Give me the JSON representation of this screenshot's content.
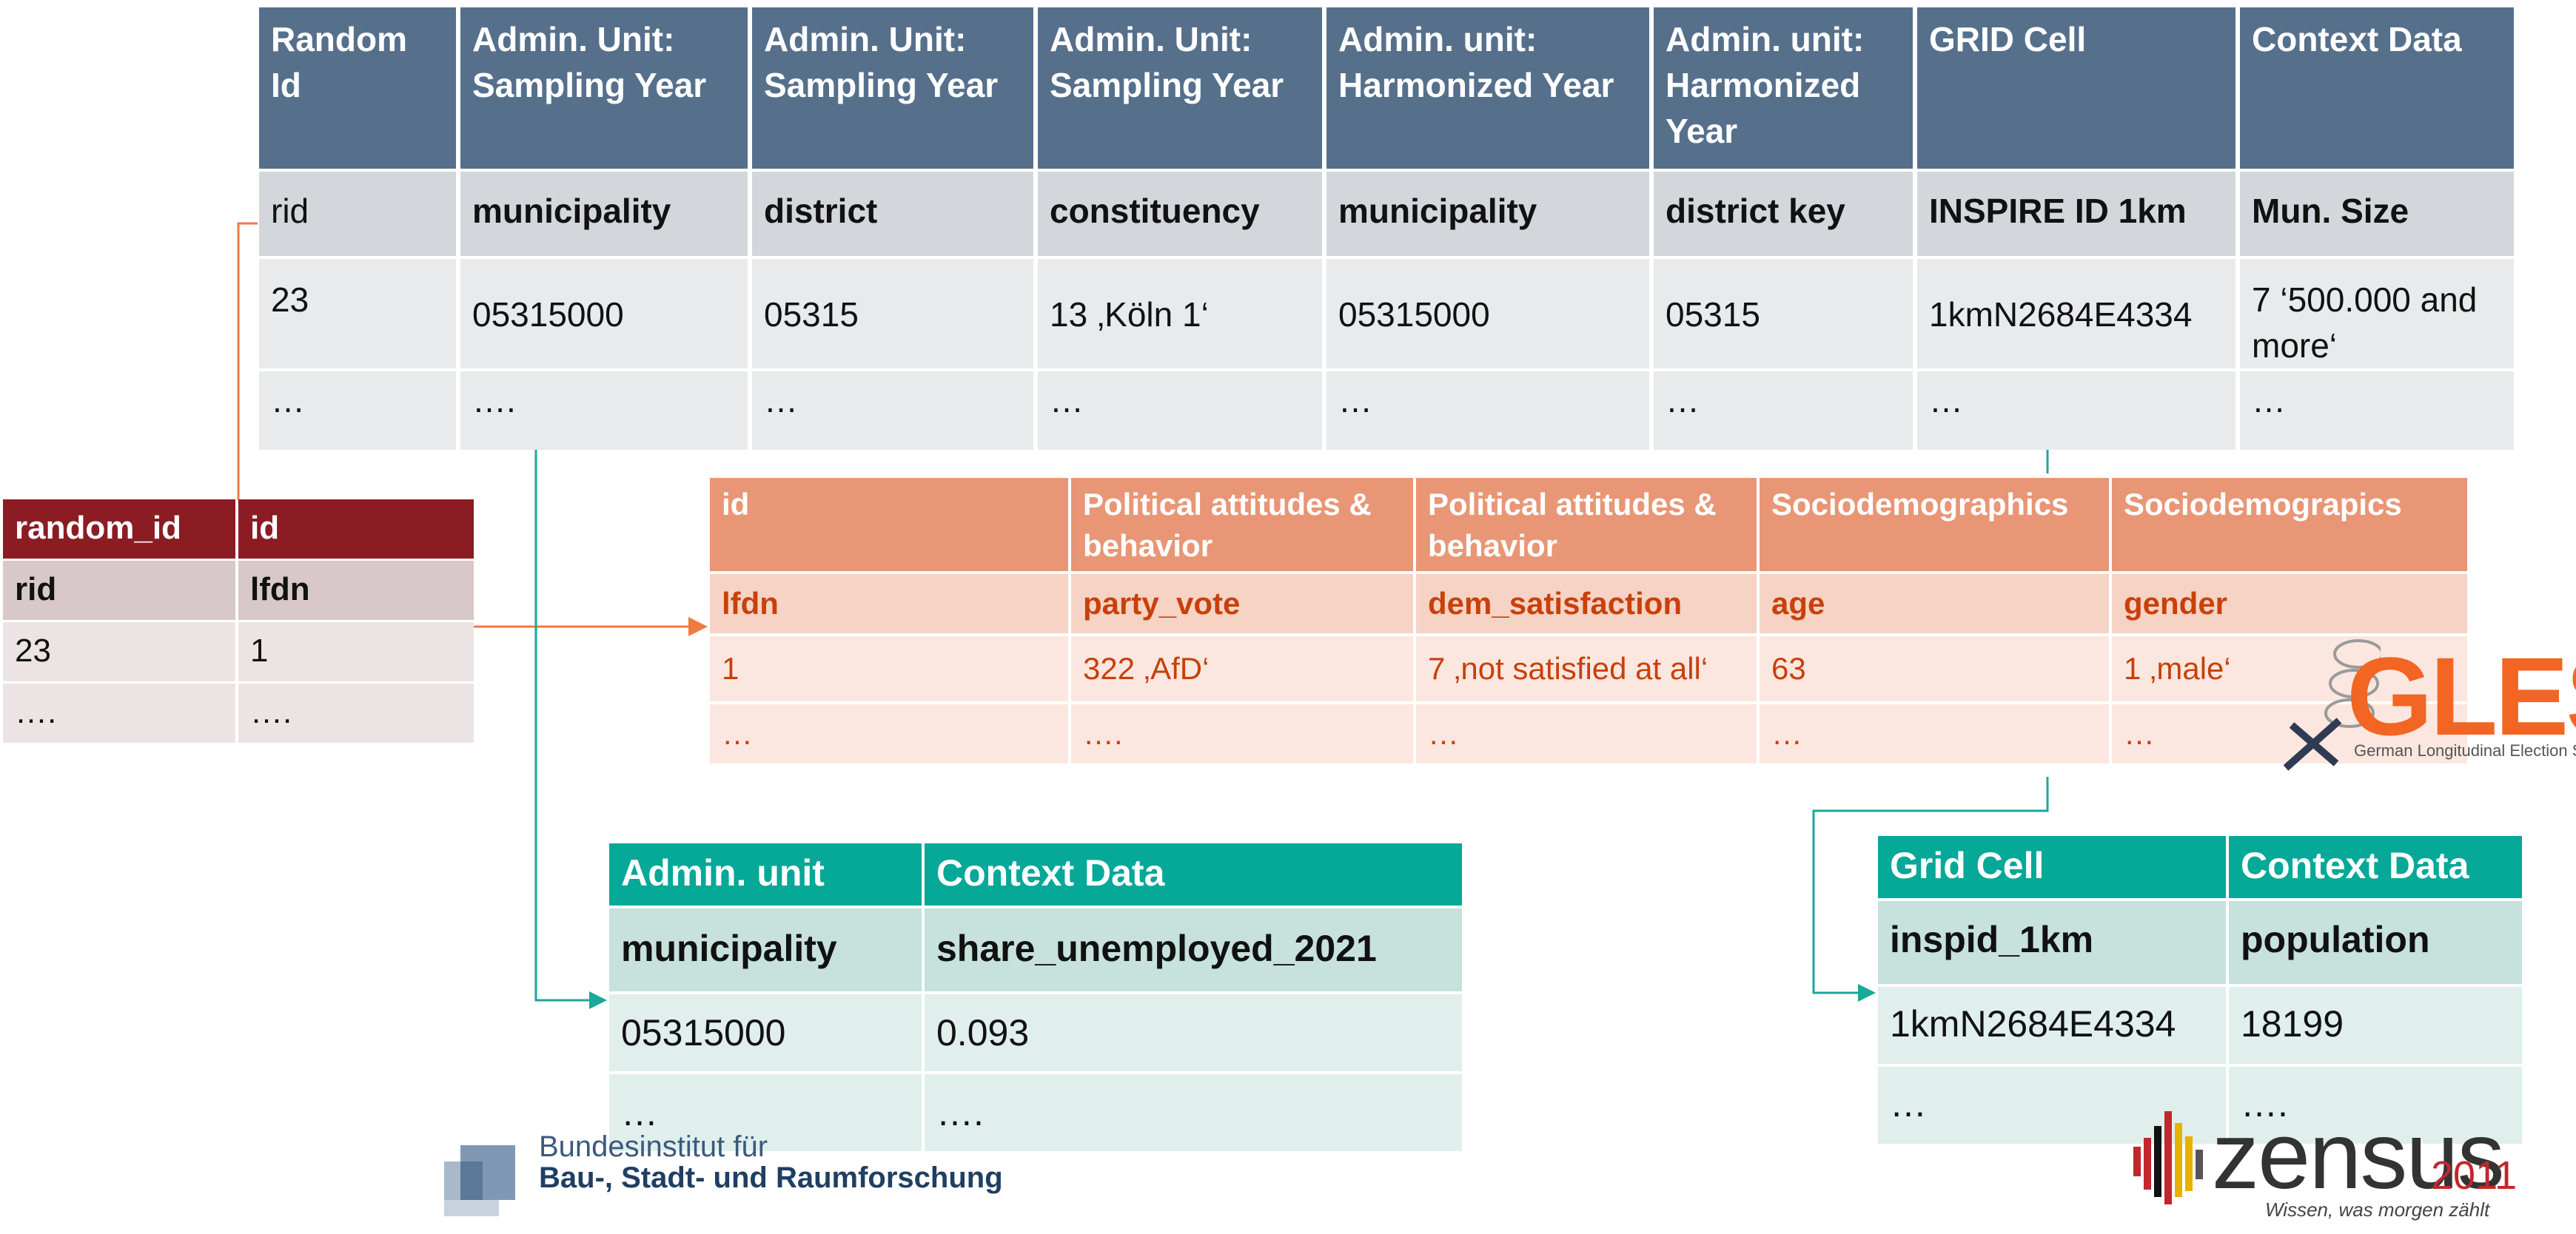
{
  "top_table": {
    "headers": [
      "Random Id",
      "Admin. Unit: Sampling Year",
      "Admin. Unit: Sampling Year",
      "Admin. Unit: Sampling Year",
      "Admin. unit: Harmonized Year",
      "Admin. unit: Harmonized Year",
      "GRID Cell",
      "Context Data"
    ],
    "variables": [
      "rid",
      "municipality",
      "district",
      "constituency",
      "municipality",
      "district key",
      "INSPIRE ID 1km",
      "Mun. Size"
    ],
    "row": [
      "23",
      "05315000",
      "05315",
      "13 ‚Köln 1‘",
      "05315000",
      "05315",
      "1kmN2684E4334",
      "7 ‘500.000 and more‘"
    ],
    "ellipsis": [
      "…",
      "….",
      "…",
      "…",
      "…",
      "…",
      "…",
      "…"
    ]
  },
  "link_table": {
    "headers": [
      "random_id",
      "id"
    ],
    "variables": [
      "rid",
      "lfdn"
    ],
    "row": [
      "23",
      "1"
    ],
    "ellipsis": [
      "….",
      "…."
    ]
  },
  "survey_table": {
    "headers": [
      "id",
      "Political attitudes & behavior",
      "Political attitudes & behavior",
      "Sociodemographics",
      "Sociodemograpics"
    ],
    "variables": [
      "lfdn",
      "party_vote",
      "dem_satisfaction",
      "age",
      "gender"
    ],
    "row": [
      "1",
      "322 ‚AfD‘",
      "7 ‚not satisfied at all‘",
      "63",
      "1 ‚male‘"
    ],
    "ellipsis": [
      "…",
      "….",
      "…",
      "…",
      "…"
    ]
  },
  "admin_table": {
    "headers": [
      "Admin. unit",
      "Context Data"
    ],
    "variables": [
      "municipality",
      "share_unemployed_2021"
    ],
    "row": [
      "05315000",
      "0.093"
    ],
    "ellipsis": [
      "…",
      "…."
    ]
  },
  "grid_table": {
    "headers": [
      "Grid Cell",
      "Context Data"
    ],
    "variables": [
      "inspid_1km",
      "population"
    ],
    "row": [
      "1kmN2684E4334",
      "18199"
    ],
    "ellipsis": [
      "…",
      "…."
    ]
  },
  "logos": {
    "gles": {
      "name": "GLES",
      "subtitle": "German Longitudinal Election Study",
      "color": "#f26522"
    },
    "bbsr": {
      "line1": "Bundesinstitut für",
      "line2": "Bau-, Stadt- und Raumforschung"
    },
    "zensus": {
      "name": "zensus",
      "year": "2011",
      "slogan": "Wissen, was morgen zählt"
    }
  },
  "colors": {
    "blue_header": "#56708c",
    "red_header": "#8b1c23",
    "orange_header": "#e89676",
    "teal_header": "#06a898",
    "orange_text": "#c8400a",
    "connector_orange": "#f07b3f",
    "connector_teal": "#1aa89a"
  }
}
